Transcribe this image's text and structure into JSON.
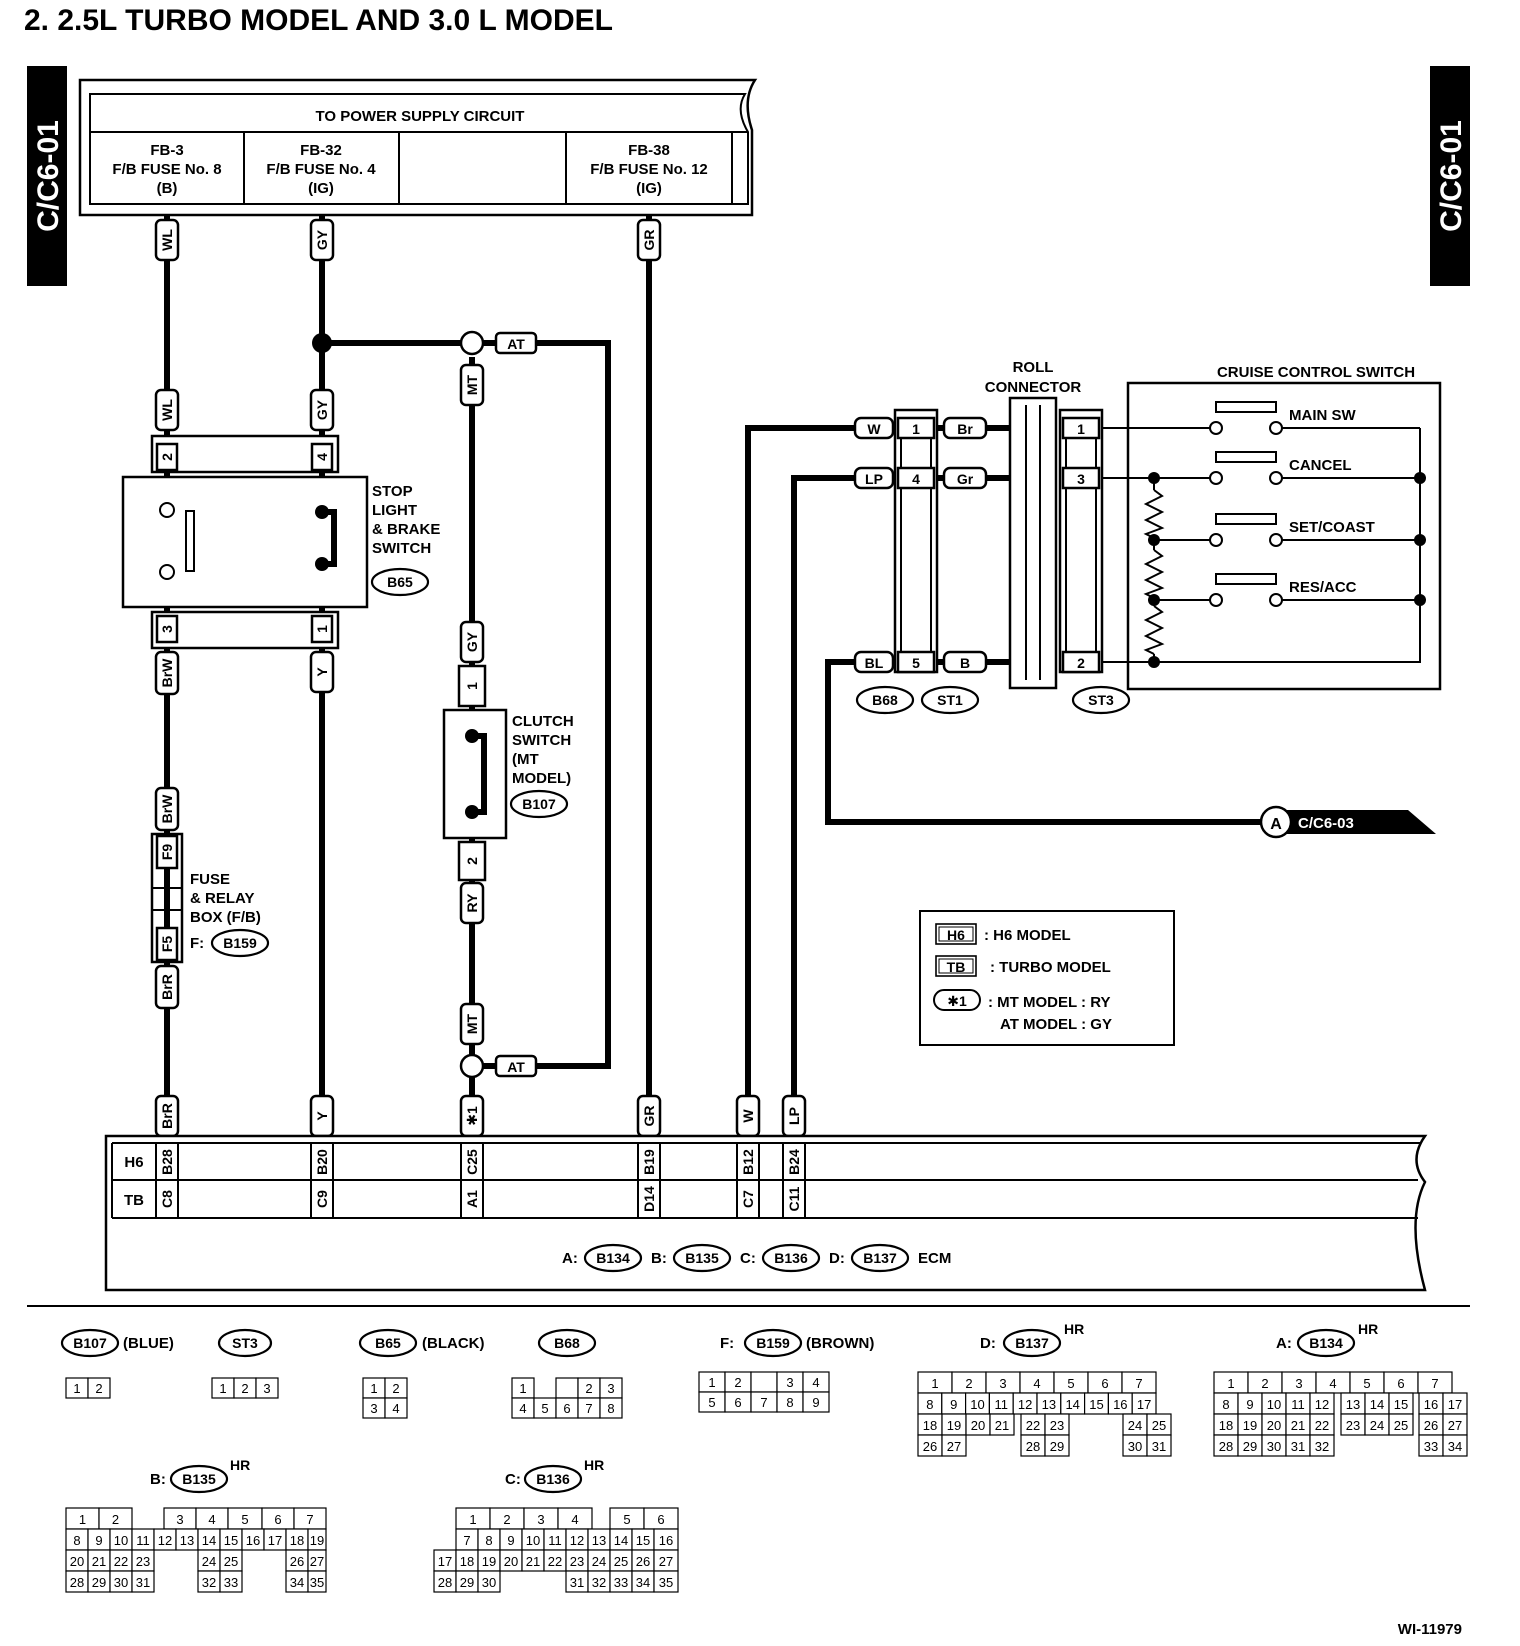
{
  "title": "2.  2.5L TURBO MODEL AND 3.0 L MODEL",
  "side_tab": "C/C6-01",
  "power_supply": {
    "label": "TO POWER SUPPLY CIRCUIT",
    "fuses": [
      {
        "id": "FB-3",
        "name": "F/B FUSE No. 8",
        "type": "(B)"
      },
      {
        "id": "FB-32",
        "name": "F/B FUSE No. 4",
        "type": "(IG)"
      },
      {
        "id": "FB-38",
        "name": "F/B FUSE No. 12",
        "type": "(IG)"
      }
    ]
  },
  "wires": {
    "wl": "WL",
    "gy": "GY",
    "gr": "GR",
    "brw": "BrW",
    "y": "Y",
    "brr": "BrR",
    "mt": "MT",
    "at": "AT",
    "ry": "RY",
    "w": "W",
    "lp": "LP",
    "bl": "BL",
    "br": "Br",
    "gr2": "Gr",
    "b": "B",
    "star1": "✱1"
  },
  "stop_switch": {
    "label": [
      "STOP",
      "LIGHT",
      "& BRAKE",
      "SWITCH"
    ],
    "connector": "B65",
    "pins": {
      "top_left": "2",
      "top_right": "4",
      "bottom_left": "3",
      "bottom_right": "1"
    }
  },
  "clutch_switch": {
    "label": [
      "CLUTCH",
      "SWITCH",
      "(MT",
      "MODEL)"
    ],
    "connector": "B107",
    "pins": {
      "top": "1",
      "bottom": "2"
    }
  },
  "fuse_box": {
    "label": [
      "FUSE",
      "& RELAY",
      "BOX (F/B)"
    ],
    "prefix": "F:",
    "connector": "B159",
    "pins": {
      "top": "F9",
      "bottom": "F5"
    }
  },
  "roll_connector": {
    "label": [
      "ROLL",
      "CONNECTOR"
    ]
  },
  "left_pins": [
    "1",
    "4",
    "5"
  ],
  "right_pins": [
    "1",
    "3",
    "2"
  ],
  "connectors": {
    "b68": "B68",
    "st1": "ST1",
    "st3": "ST3"
  },
  "cruise_switch": {
    "label": "CRUISE CONTROL SWITCH",
    "switches": [
      "MAIN SW",
      "CANCEL",
      "SET/COAST",
      "RES/ACC"
    ]
  },
  "ref": {
    "letter": "A",
    "target": "C/C6-03"
  },
  "legend": {
    "items": [
      {
        "key": "H6",
        "text": ": H6 MODEL"
      },
      {
        "key": "TB",
        "text": ": TURBO MODEL"
      },
      {
        "key": "✱1",
        "text": ": MT MODEL   : RY"
      }
    ],
    "extra": "AT MODEL   : GY"
  },
  "ecm": {
    "rows": [
      "H6",
      "TB"
    ],
    "h6_pins": [
      "B28",
      "B20",
      "C25",
      "B19",
      "B12",
      "B24"
    ],
    "tb_pins": [
      "C8",
      "C9",
      "A1",
      "D14",
      "C7",
      "C11"
    ],
    "connectors": [
      {
        "prefix": "A:",
        "id": "B134"
      },
      {
        "prefix": "B:",
        "id": "B135"
      },
      {
        "prefix": "C:",
        "id": "B136"
      },
      {
        "prefix": "D:",
        "id": "B137"
      }
    ],
    "name": "ECM"
  },
  "connector_views": {
    "b107": {
      "id": "B107",
      "color": "(BLUE)"
    },
    "st3": {
      "id": "ST3"
    },
    "b65": {
      "id": "B65",
      "color": "(BLACK)"
    },
    "b68": {
      "id": "B68"
    },
    "b159": {
      "prefix": "F:",
      "id": "B159",
      "color": "(BROWN)"
    },
    "b137": {
      "prefix": "D:",
      "id": "B137",
      "tag": "HR"
    },
    "b134": {
      "prefix": "A:",
      "id": "B134",
      "tag": "HR"
    },
    "b135": {
      "prefix": "B:",
      "id": "B135",
      "tag": "HR"
    },
    "b136": {
      "prefix": "C:",
      "id": "B136",
      "tag": "HR"
    }
  },
  "footer_code": "WI-11979"
}
